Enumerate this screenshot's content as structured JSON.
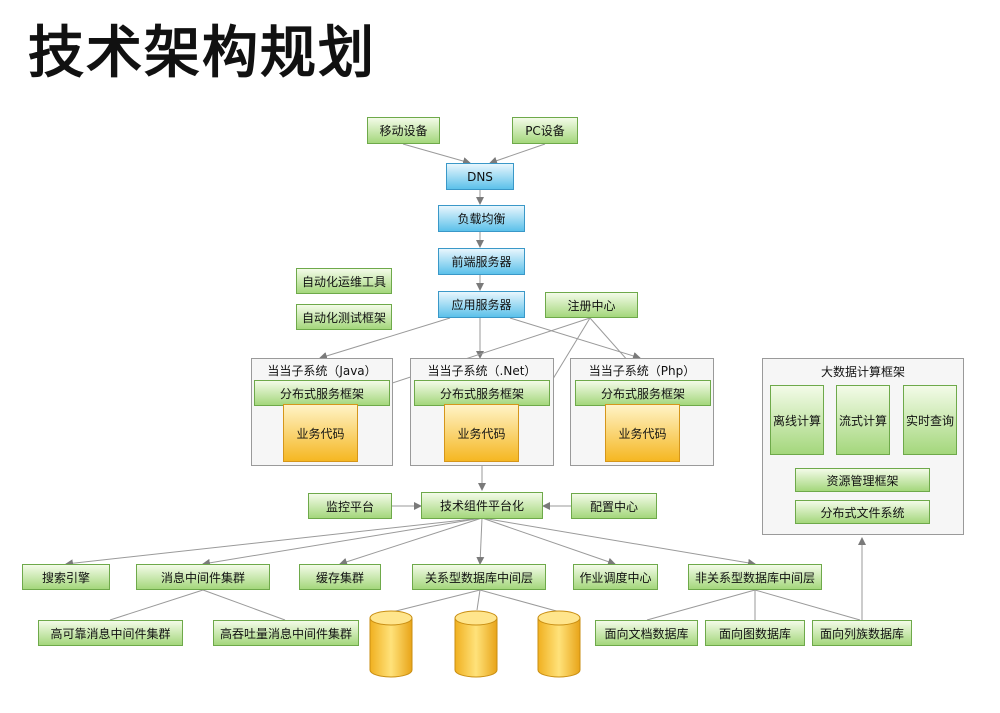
{
  "title": "技术架构规划",
  "clients": {
    "mobile": "移动设备",
    "pc": "PC设备"
  },
  "chain": {
    "dns": "DNS",
    "lb": "负载均衡",
    "frontend": "前端服务器",
    "app": "应用服务器"
  },
  "tools": {
    "ops": "自动化运维工具",
    "test": "自动化测试框架"
  },
  "registry": "注册中心",
  "subsystems": [
    {
      "title": "当当子系统（Java）",
      "framework": "分布式服务框架",
      "code": "业务代码"
    },
    {
      "title": "当当子系统（.Net）",
      "framework": "分布式服务框架",
      "code": "业务代码"
    },
    {
      "title": "当当子系统（Php）",
      "framework": "分布式服务框架",
      "code": "业务代码"
    }
  ],
  "bigdata": {
    "title": "大数据计算框架",
    "offline": "离线计算",
    "stream": "流式计算",
    "realtime": "实时查询",
    "resource": "资源管理框架",
    "dfs": "分布式文件系统"
  },
  "platform": {
    "monitor": "监控平台",
    "components": "技术组件平台化",
    "config": "配置中心"
  },
  "middleware": {
    "search": "搜索引擎",
    "mq": "消息中间件集群",
    "cache": "缓存集群",
    "rdb": "关系型数据库中间层",
    "job": "作业调度中心",
    "nosql": "非关系型数据库中间层"
  },
  "bottom": {
    "mq_ha": "高可靠消息中间件集群",
    "mq_ht": "高吞吐量消息中间件集群",
    "doc_db": "面向文档数据库",
    "graph_db": "面向图数据库",
    "column_db": "面向列族数据库"
  }
}
